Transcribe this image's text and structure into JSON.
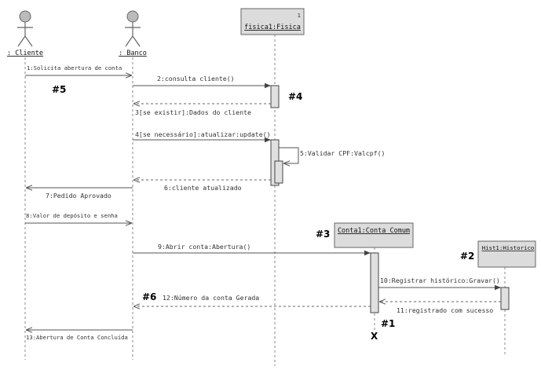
{
  "actors": {
    "cliente": ": Cliente",
    "banco": ": Banco"
  },
  "objects": {
    "fisica": {
      "name": "fisica1:Fisica",
      "multiplicity": "1"
    },
    "conta": {
      "name": "Conta1:Conta Comum"
    },
    "historico": {
      "name": "Hist1:Historico"
    }
  },
  "messages": {
    "m1": "1:Solicita abertura de conta",
    "m2": "2:consulta cliente()",
    "m3": "3[se existir]:Dados do cliente",
    "m4": "4[se necessário]:atualizar:update()",
    "m5": "5:Validar CPF:Valcpf()",
    "m6": "6:cliente atualizado",
    "m7": "7:Pedido Aprovado",
    "m8": "8:Valor de depósito e senha",
    "m9": "9:Abrir conta:Abertura()",
    "m10": "10:Registrar histórico:Gravar()",
    "m11": "11:registrado com sucesso",
    "m12": "12:Número da conta Gerada",
    "m13": "13:Abertura de Conta Concluída"
  },
  "annotations": {
    "a1": "#1",
    "a2": "#2",
    "a3": "#3",
    "a4": "#4",
    "a5": "#5",
    "a6": "#6"
  },
  "destroy_mark": "X"
}
